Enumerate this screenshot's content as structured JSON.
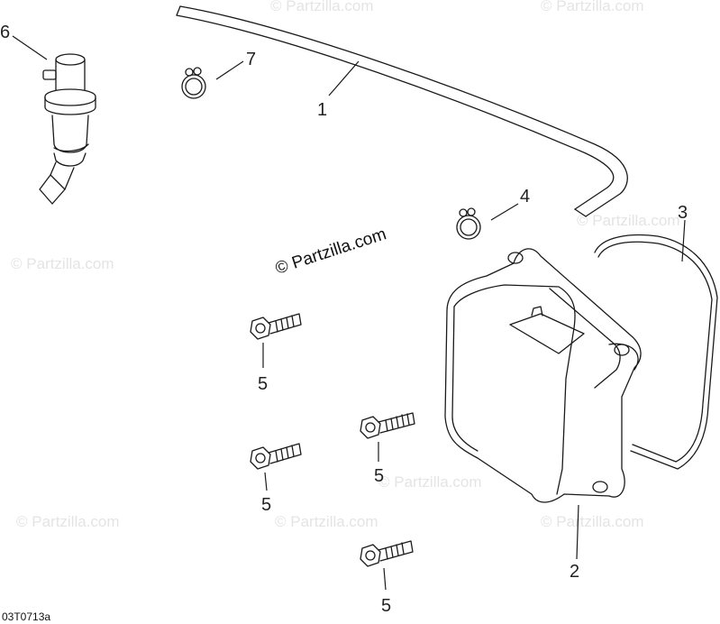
{
  "watermark": "© Partzilla.com",
  "copyright": "© Partzilla.com",
  "diagram_ref": "03T0713a",
  "callouts": {
    "c1": "1",
    "c2": "2",
    "c3": "3",
    "c4": "4",
    "c5a": "5",
    "c5b": "5",
    "c5c": "5",
    "c5d": "5",
    "c6": "6",
    "c7": "7"
  },
  "colors": {
    "line": "#1a1a1a",
    "watermark": "#e4e4e4"
  }
}
